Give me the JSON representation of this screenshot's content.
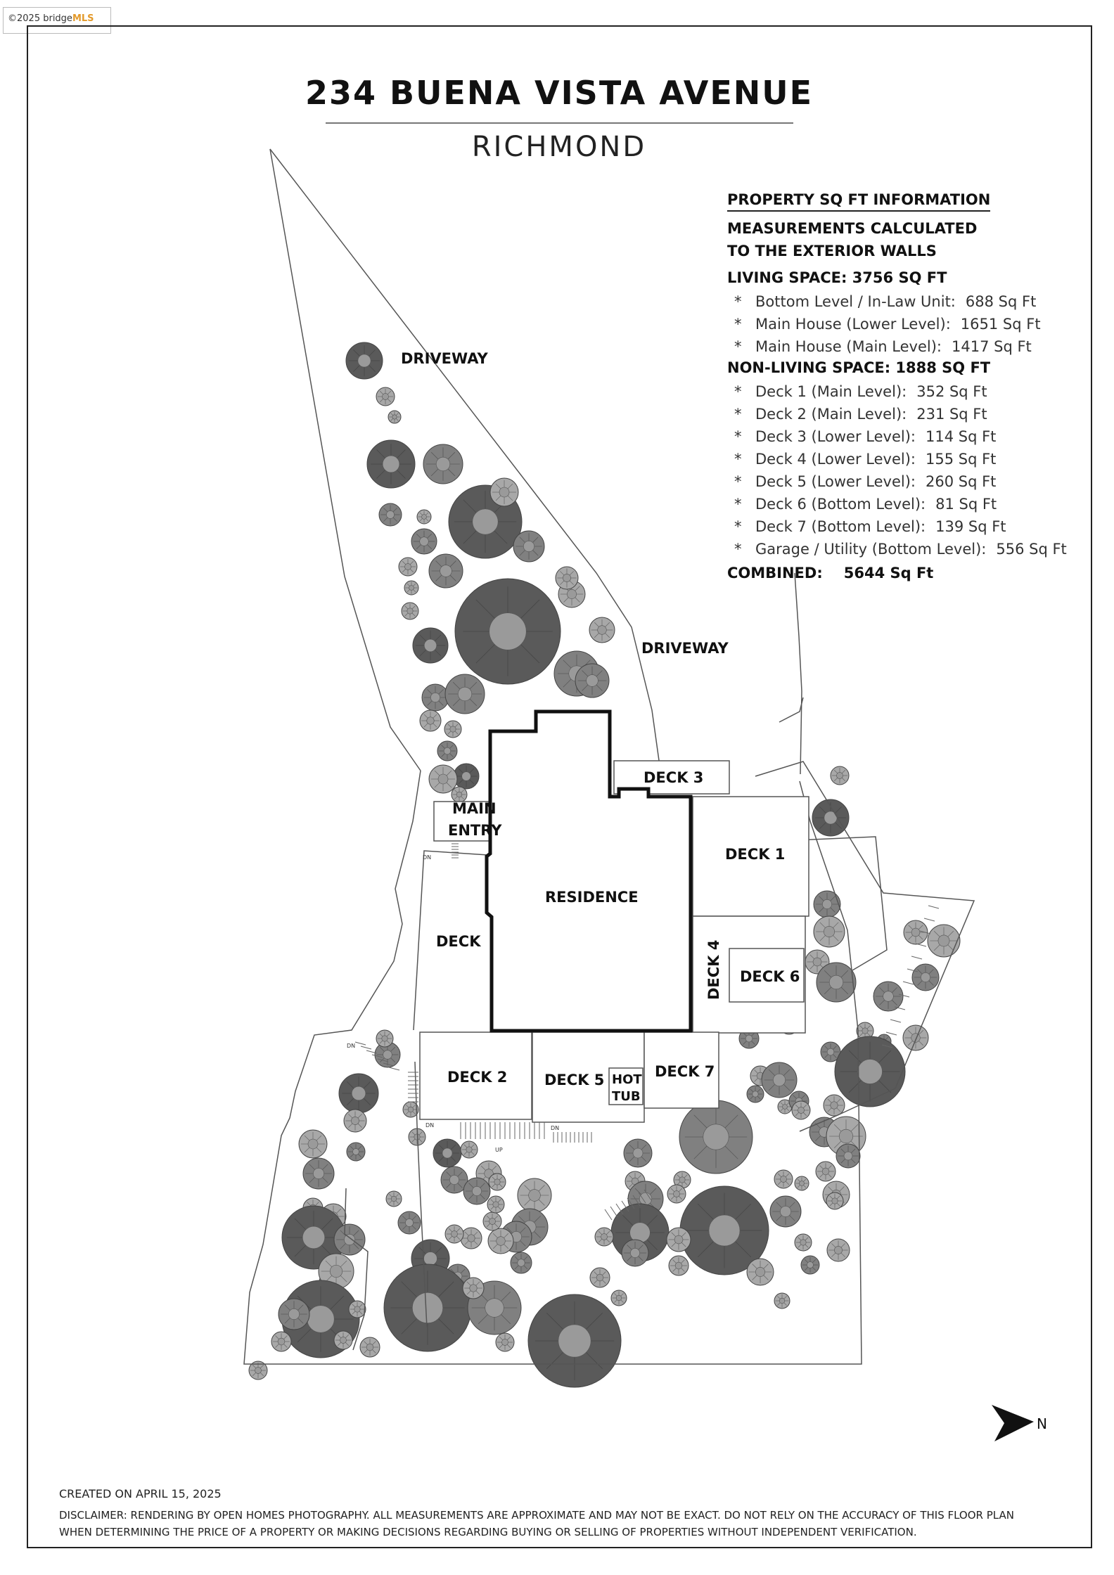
{
  "watermark": {
    "prefix": "©2025 bridge",
    "brand": "MLS"
  },
  "header": {
    "title": "234 BUENA VISTA AVENUE",
    "subtitle": "RICHMOND"
  },
  "info": {
    "heading": "PROPERTY SQ FT INFORMATION",
    "note_line1": "MEASUREMENTS CALCULATED",
    "note_line2": "TO THE EXTERIOR WALLS",
    "living_heading": "LIVING SPACE: 3756 SQ FT",
    "living_items": [
      {
        "bullet": "*",
        "label": "Bottom Level / In-Law Unit:",
        "value": "688 Sq Ft"
      },
      {
        "bullet": "*",
        "label": "Main House (Lower Level):",
        "value": "1651 Sq Ft"
      },
      {
        "bullet": "*",
        "label": "Main House (Main Level):",
        "value": "1417 Sq Ft"
      }
    ],
    "nonliving_heading": "NON-LIVING SPACE: 1888 SQ FT",
    "nonliving_items": [
      {
        "bullet": "*",
        "label": "Deck 1 (Main Level):",
        "value": "352 Sq Ft"
      },
      {
        "bullet": "*",
        "label": "Deck 2 (Main Level):",
        "value": "231 Sq Ft"
      },
      {
        "bullet": "*",
        "label": "Deck 3 (Lower Level):",
        "value": "114 Sq Ft"
      },
      {
        "bullet": "*",
        "label": "Deck 4 (Lower Level):",
        "value": "155 Sq Ft"
      },
      {
        "bullet": "*",
        "label": "Deck 5 (Lower Level):",
        "value": "260 Sq Ft"
      },
      {
        "bullet": "*",
        "label": "Deck 6 (Bottom Level):",
        "value": "81 Sq Ft"
      },
      {
        "bullet": "*",
        "label": "Deck 7 (Bottom Level):",
        "value": "139 Sq Ft"
      },
      {
        "bullet": "*",
        "label": "Garage / Utility (Bottom Level):",
        "value": "556 Sq Ft"
      }
    ],
    "combined_label": "COMBINED:",
    "combined_value": "5644  Sq Ft"
  },
  "plan": {
    "driveway_top": "DRIVEWAY",
    "driveway_right": "DRIVEWAY",
    "deck3": "DECK 3",
    "main_entry_1": "MAIN",
    "main_entry_2": "ENTRY",
    "deck1": "DECK 1",
    "residence": "RESIDENCE",
    "deck": "DECK",
    "deck4": "DECK 4",
    "deck6": "DECK 6",
    "deck2": "DECK 2",
    "deck5": "DECK 5",
    "hot_tub_1": "HOT",
    "hot_tub_2": "TUB",
    "deck7": "DECK 7",
    "dn": "DN",
    "up": "UP",
    "north": "N"
  },
  "footer": {
    "created": "CREATED ON APRIL 15, 2025",
    "disclaimer1": "DISCLAIMER: RENDERING BY OPEN HOMES PHOTOGRAPHY. ALL MEASUREMENTS ARE APPROXIMATE AND MAY NOT BE EXACT. DO NOT RELY ON THE ACCURACY OF THIS FLOOR PLAN",
    "disclaimer2": "WHEN DETERMINING THE PRICE OF A PROPERTY OR MAKING DECISIONS REGARDING BUYING OR SELLING OF PROPERTIES WITHOUT INDEPENDENT VERIFICATION."
  },
  "colors": {
    "tree_dark": "#5a5a5a",
    "tree_mid": "#808080",
    "tree_light": "#a8a8a8",
    "line": "#555555",
    "wall": "#111111"
  }
}
